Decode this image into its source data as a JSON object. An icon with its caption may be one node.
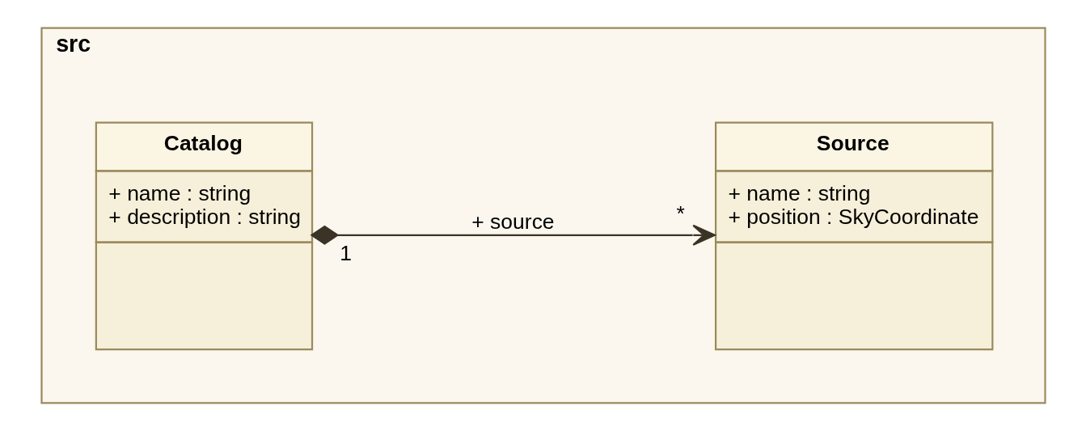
{
  "diagram": {
    "nodes": [
      {
        "text": [
          "src"
        ]
      },
      {
        "text": [
          "Catalog",
          "+ name : string",
          "+ description : string"
        ],
        "in": 0
      },
      {
        "text": [
          "Source",
          "+ name : string",
          "+ position : SkyCoordinate"
        ],
        "in": 0
      }
    ],
    "edges": [
      {
        "from": 1,
        "to": 2,
        "arrow": "to",
        "label": "+ source"
      }
    ],
    "labels": [
      "1",
      "*"
    ]
  }
}
